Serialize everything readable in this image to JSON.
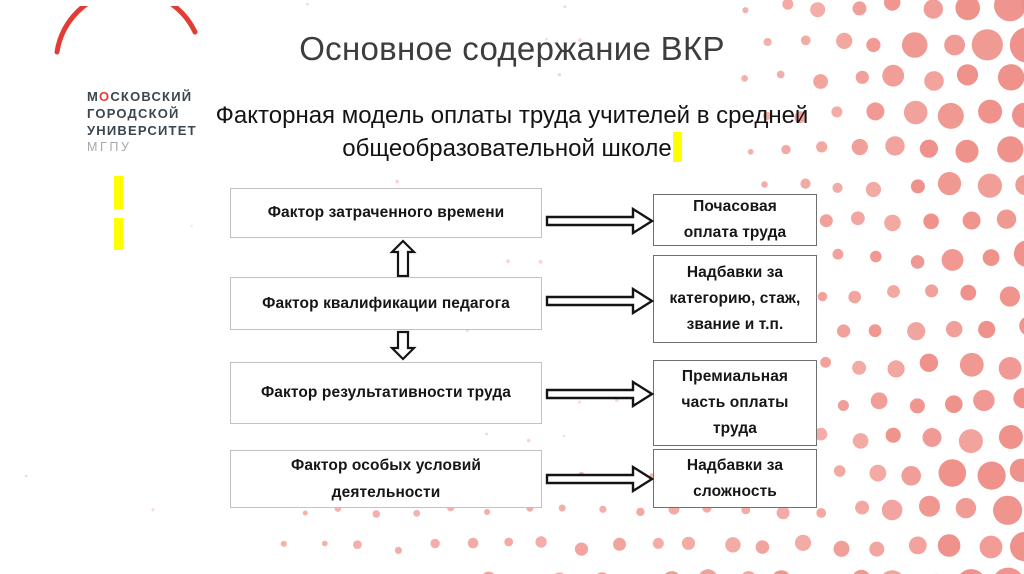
{
  "logo": {
    "word1_m": "М",
    "word1_o": "О",
    "word1_rest": "СКОВСКИЙ",
    "word2": "ГОРОДСКОЙ",
    "word3": "УНИВЕРСИТЕТ",
    "word4": "МГПУ"
  },
  "header": {
    "title": "Основное содержание ВКР",
    "subtitle_line1": "Факторная модель оплаты труда учителей в средней",
    "subtitle_line2": "общеобразовательной школе"
  },
  "diagram": {
    "rows": [
      {
        "factor_lines": [
          "Фактор затраченного времени"
        ],
        "result_lines": [
          "Почасовая",
          "оплата труда"
        ]
      },
      {
        "factor_lines": [
          "Фактор квалификации педагога"
        ],
        "result_lines": [
          "Надбавки за",
          "категорию, стаж,",
          "звание и т.п."
        ]
      },
      {
        "factor_lines": [
          "Фактор результативности труда"
        ],
        "result_lines": [
          "Премиальная",
          "часть оплаты",
          "труда"
        ]
      },
      {
        "factor_lines": [
          "Фактор особых условий",
          "деятельности"
        ],
        "result_lines": [
          "Надбавки за",
          "сложность"
        ]
      }
    ]
  },
  "colors": {
    "accent_red": "#e23d35",
    "highlight_yellow": "#ffff00",
    "dot_light": "#f6bcb8",
    "dot_dark": "#ee8c85",
    "box_border_light": "#c2c2c2",
    "box_border_dark": "#6f6f6f"
  }
}
